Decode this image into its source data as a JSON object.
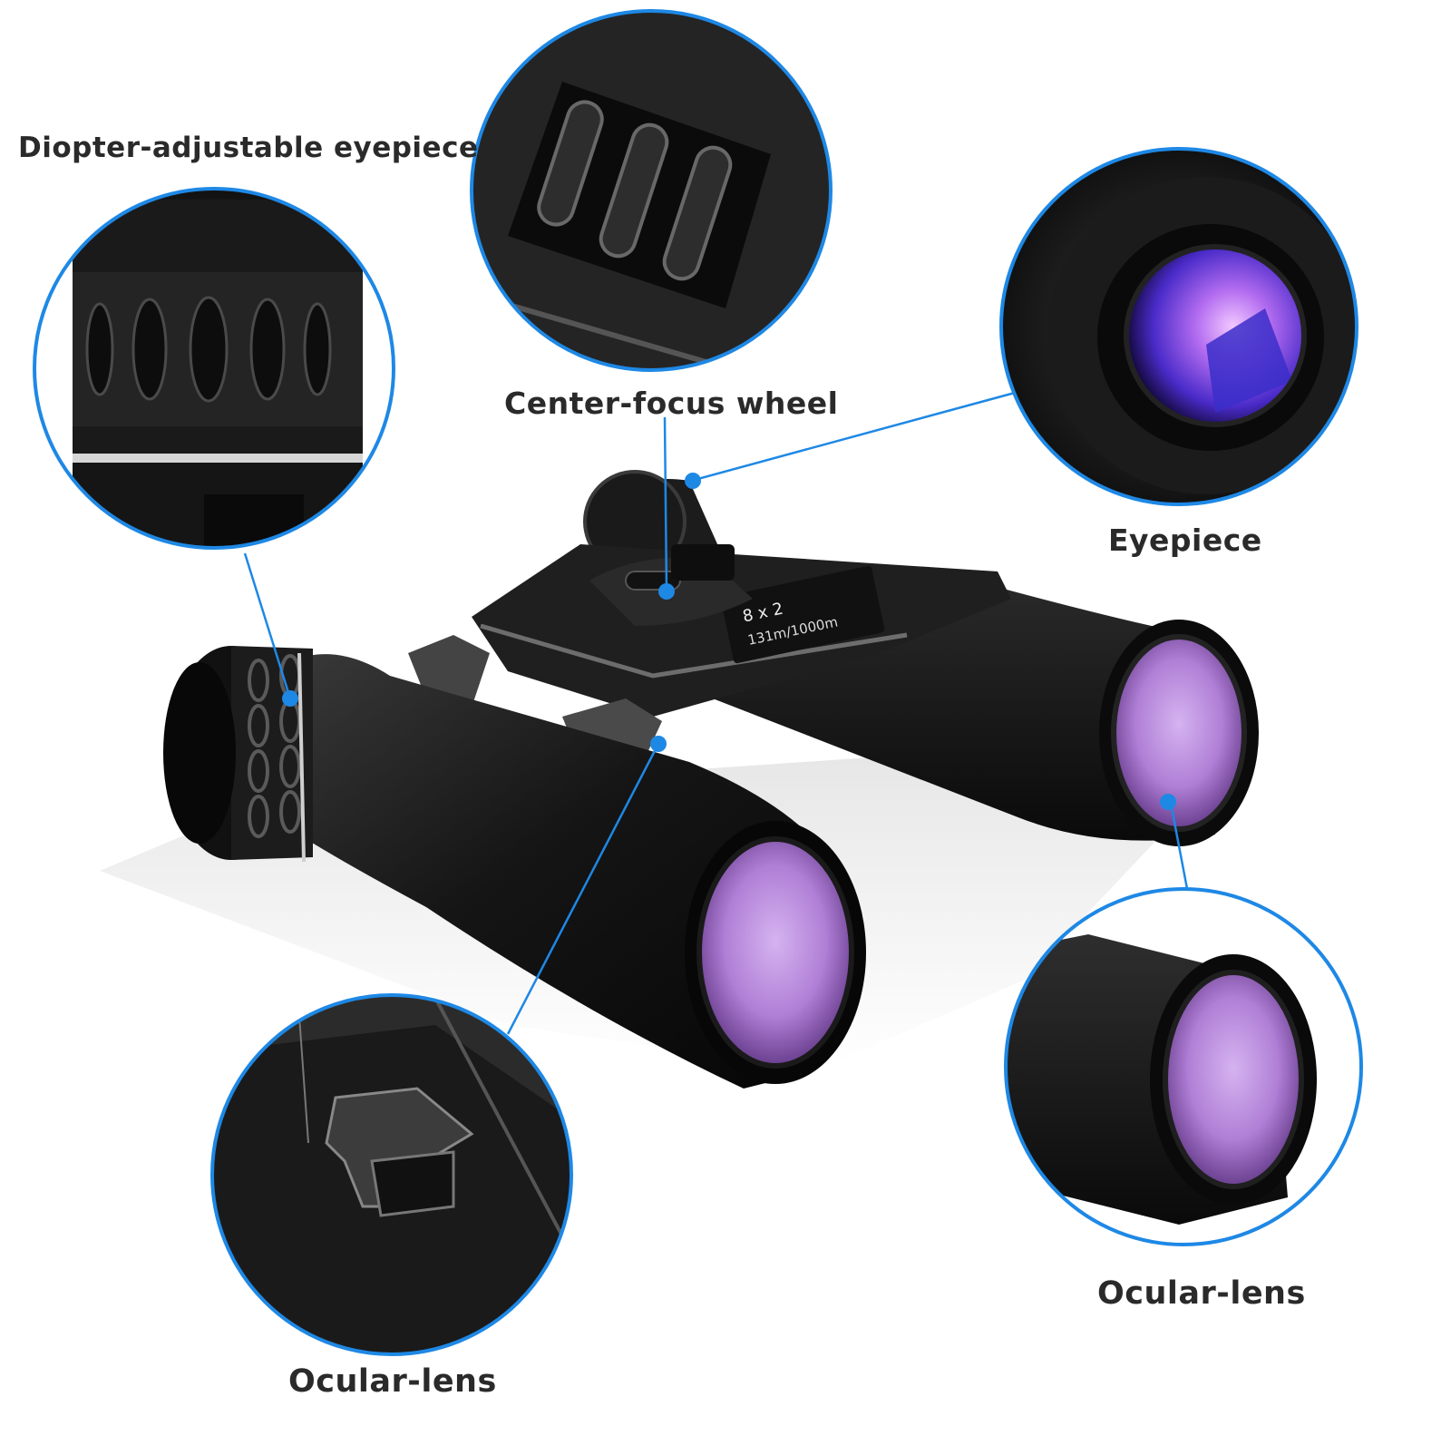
{
  "callouts": {
    "diopter": "Diopter-adjustable eyepiece",
    "center_focus": "Center-focus wheel",
    "eyepiece": "Eyepiece",
    "ocular_right": "Ocular-lens",
    "ocular_left": "Ocular-lens"
  },
  "product": {
    "spec_line1": "8 x 2",
    "spec_line2": "131m/1000m"
  },
  "colors": {
    "callout_blue": "#1e88e5",
    "lens_purple": "#b27fd8",
    "body_black": "#141414"
  },
  "icons": [
    "binoculars-illustration",
    "diopter-ring-detail",
    "focus-wheel-detail",
    "eyepiece-detail",
    "ocular-lens-detail",
    "hinge-detail"
  ]
}
